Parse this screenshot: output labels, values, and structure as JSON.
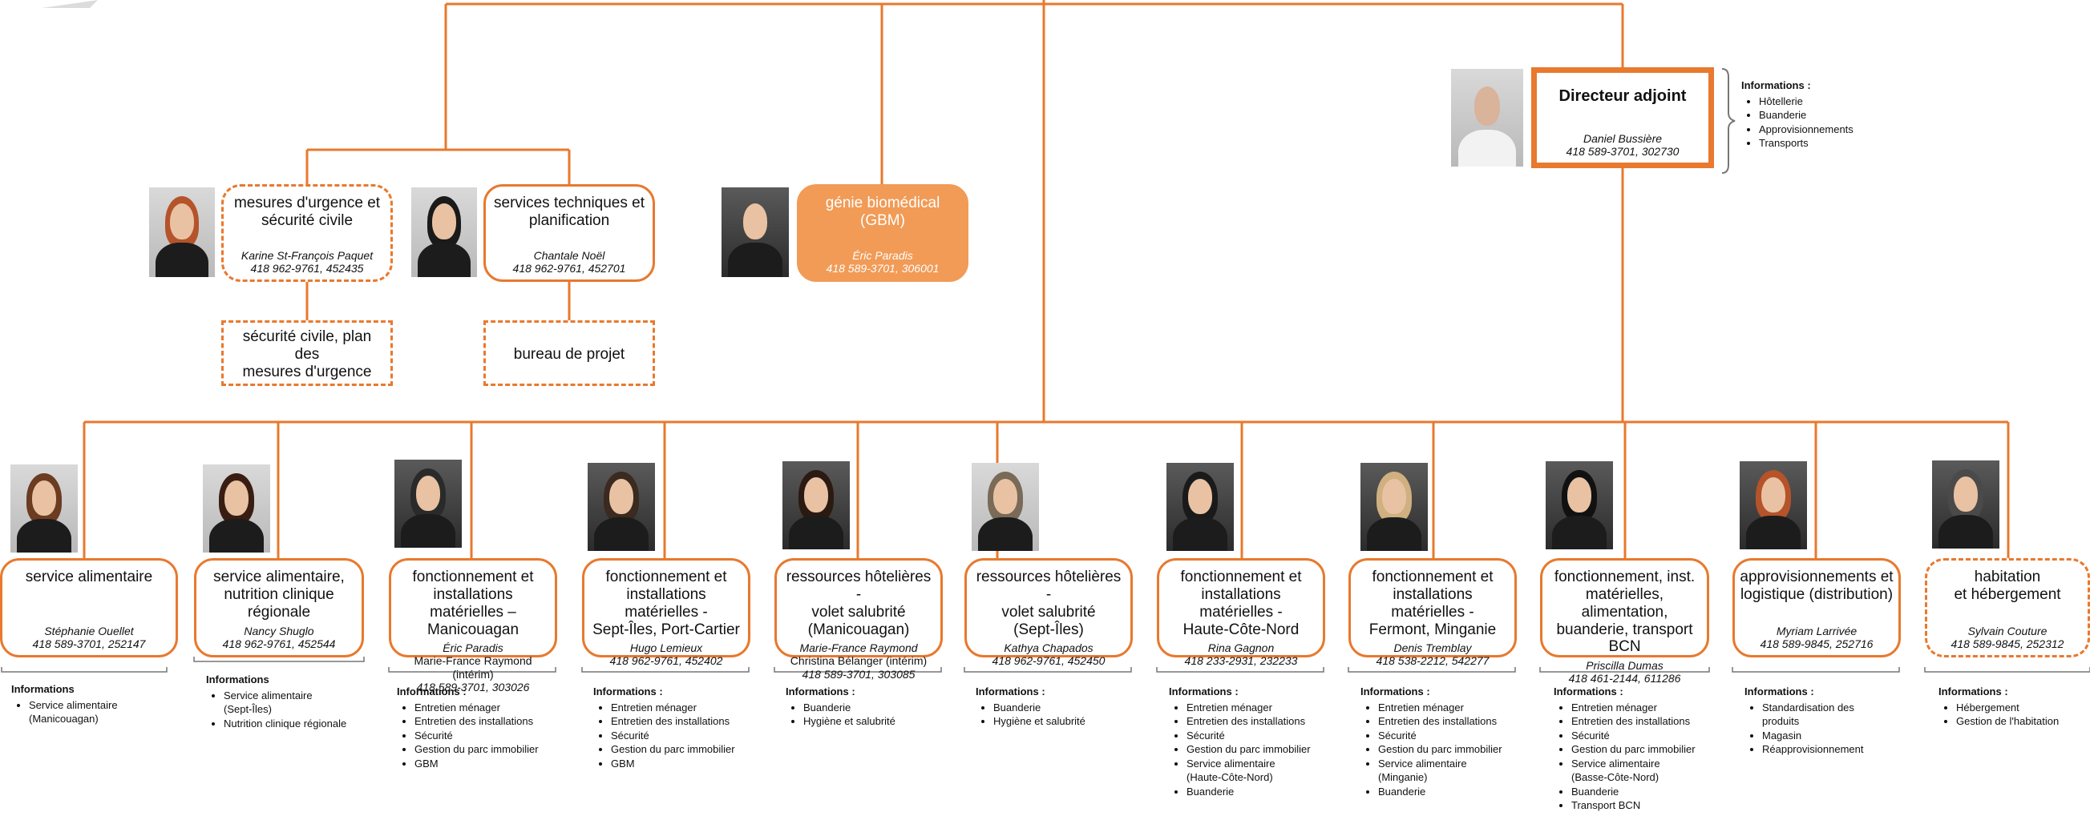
{
  "director": {
    "title": "Directeur adjoint",
    "name": "Daniel Bussière",
    "phone": "418 589-3701, 302730",
    "info_title": "Informations :",
    "info_items": [
      "Hôtellerie",
      "Buanderie",
      "Approvisionnements",
      "Transports"
    ]
  },
  "top_units": [
    {
      "title": "mesures d'urgence et\nsécurité civile",
      "name": "Karine St-François Paquet",
      "phone": "418 962-9761, 452435"
    },
    {
      "title": "services techniques et\nplanification",
      "name": "Chantale Noël",
      "phone": "418 962-9761, 452701"
    },
    {
      "title": "génie biomédical\n(GBM)",
      "name": "Éric Paradis",
      "phone": "418 589-3701, 306001"
    }
  ],
  "sub_units": [
    {
      "title": "sécurité civile, plan des\nmesures d'urgence"
    },
    {
      "title": "bureau de projet"
    }
  ],
  "services": [
    {
      "title": "service alimentaire",
      "name": "Stéphanie Ouellet",
      "extra": "",
      "phone": "418 589-3701, 252147",
      "info_title": "Informations",
      "info_items": [
        "Service alimentaire\n(Manicouagan)"
      ]
    },
    {
      "title": "service alimentaire,\nnutrition clinique régionale",
      "name": "Nancy Shuglo",
      "extra": "",
      "phone": "418 962-9761, 452544",
      "info_title": "Informations",
      "info_items": [
        "Service alimentaire\n(Sept-Îles)",
        "Nutrition clinique régionale"
      ]
    },
    {
      "title": "fonctionnement et\ninstallations matérielles –\nManicouagan",
      "name": "Éric Paradis",
      "extra": "Marie-France Raymond (intérim)",
      "phone": "418 589-3701, 303026",
      "info_title": "Informations :",
      "info_items": [
        "Entretien ménager",
        "Entretien des installations",
        "Sécurité",
        "Gestion du parc immobilier",
        "GBM"
      ]
    },
    {
      "title": "fonctionnement et\ninstallations matérielles -\nSept-Îles, Port-Cartier",
      "name": "Hugo Lemieux",
      "extra": "",
      "phone": "418 962-9761, 452402",
      "info_title": "Informations :",
      "info_items": [
        "Entretien ménager",
        "Entretien des installations",
        "Sécurité",
        "Gestion du parc immobilier",
        "GBM"
      ]
    },
    {
      "title": "ressources hôtelières -\nvolet salubrité\n(Manicouagan)",
      "name": "Marie-France Raymond",
      "extra": "Christina Bélanger (intérim)",
      "phone": "418 589-3701, 303085",
      "info_title": "Informations :",
      "info_items": [
        "Buanderie",
        "Hygiène et salubrité"
      ]
    },
    {
      "title": "ressources hôtelières -\nvolet salubrité\n(Sept-Îles)",
      "name": "Kathya Chapados",
      "extra": "",
      "phone": "418 962-9761, 452450",
      "info_title": "Informations :",
      "info_items": [
        "Buanderie",
        "Hygiène et salubrité"
      ]
    },
    {
      "title": "fonctionnement et\ninstallations matérielles -\nHaute-Côte-Nord",
      "name": "Rina Gagnon",
      "extra": "",
      "phone": "418 233-2931, 232233",
      "info_title": "Informations :",
      "info_items": [
        "Entretien ménager",
        "Entretien des installations",
        "Sécurité",
        "Gestion du parc immobilier",
        "Service alimentaire\n(Haute-Côte-Nord)",
        "Buanderie"
      ]
    },
    {
      "title": "fonctionnement et\ninstallations matérielles -\nFermont, Minganie",
      "name": "Denis Tremblay",
      "extra": "",
      "phone": "418 538-2212, 542277",
      "info_title": "Informations :",
      "info_items": [
        "Entretien ménager",
        "Entretien des installations",
        "Sécurité",
        "Gestion du parc immobilier",
        "Service alimentaire\n(Minganie)",
        "Buanderie"
      ]
    },
    {
      "title": "fonctionnement, inst.\nmatérielles, alimentation,\nbuanderie, transport BCN",
      "name": "Priscilla Dumas",
      "extra": "",
      "phone": "418 461-2144, 611286",
      "info_title": "Informations :",
      "info_items": [
        "Entretien ménager",
        "Entretien des installations",
        "Sécurité",
        "Gestion du parc immobilier",
        "Service alimentaire\n(Basse-Côte-Nord)",
        "Buanderie",
        "Transport BCN"
      ]
    },
    {
      "title": "approvisionnements et\nlogistique (distribution)",
      "name": "Myriam Larrivée",
      "extra": "",
      "phone": "418 589-9845, 252716",
      "info_title": "Informations :",
      "info_items": [
        "Standardisation des\nproduits",
        "Magasin",
        "Réapprovisionnement"
      ]
    },
    {
      "title": "habitation\net hébergement",
      "name": "Sylvain Couture",
      "extra": "",
      "phone": "418 589-9845, 252312",
      "info_title": "Informations :",
      "info_items": [
        "Hébergement",
        "Gestion de l'habitation"
      ]
    }
  ],
  "colors": {
    "accent": "#e8792e",
    "fill": "#f19b56"
  }
}
